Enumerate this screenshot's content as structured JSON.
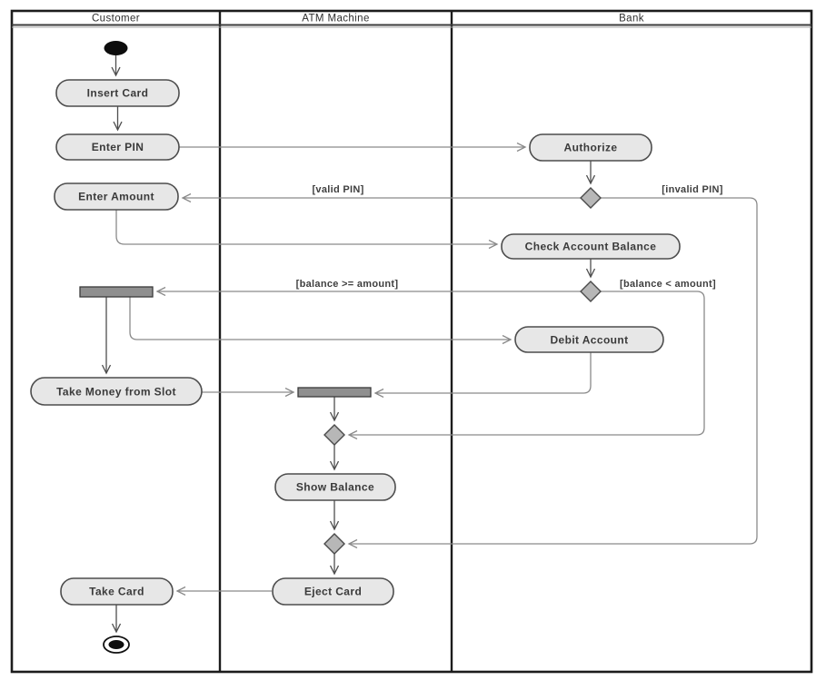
{
  "diagram": {
    "type": "uml-activity-diagram",
    "subject": "ATM withdrawal workflow",
    "lanes": [
      {
        "name": "Customer"
      },
      {
        "name": "ATM Machine"
      },
      {
        "name": "Bank"
      }
    ],
    "nodes": {
      "start": "initial-node",
      "insert_card": "Insert Card",
      "enter_pin": "Enter PIN",
      "enter_amount": "Enter Amount",
      "take_money": "Take Money from Slot",
      "take_card": "Take Card",
      "authorize": "Authorize",
      "check_balance": "Check Account Balance",
      "debit_account": "Debit Account",
      "show_balance": "Show Balance",
      "eject_card": "Eject Card",
      "end": "final-node"
    },
    "guards": {
      "valid_pin": "[valid PIN]",
      "invalid_pin": "[invalid PIN]",
      "balance_ge": "[balance >= amount]",
      "balance_lt": "[balance < amount]"
    },
    "edges": [
      {
        "from": "start",
        "to": "Insert Card"
      },
      {
        "from": "Insert Card",
        "to": "Enter PIN"
      },
      {
        "from": "Enter PIN",
        "to": "Authorize"
      },
      {
        "from": "Authorize",
        "to": "pin-decision"
      },
      {
        "from": "pin-decision",
        "to": "Enter Amount",
        "guard": "[valid PIN]"
      },
      {
        "from": "pin-decision",
        "to": "eject-merge",
        "guard": "[invalid PIN]"
      },
      {
        "from": "Enter Amount",
        "to": "Check Account Balance"
      },
      {
        "from": "Check Account Balance",
        "to": "balance-decision"
      },
      {
        "from": "balance-decision",
        "to": "fork",
        "guard": "[balance >= amount]"
      },
      {
        "from": "balance-decision",
        "to": "balance-merge",
        "guard": "[balance < amount]"
      },
      {
        "from": "fork",
        "to": "Take Money from Slot"
      },
      {
        "from": "fork",
        "to": "Debit Account"
      },
      {
        "from": "Take Money from Slot",
        "to": "join"
      },
      {
        "from": "Debit Account",
        "to": "join"
      },
      {
        "from": "join",
        "to": "balance-merge"
      },
      {
        "from": "balance-merge",
        "to": "Show Balance"
      },
      {
        "from": "Show Balance",
        "to": "eject-merge"
      },
      {
        "from": "eject-merge",
        "to": "Eject Card"
      },
      {
        "from": "Eject Card",
        "to": "Take Card"
      },
      {
        "from": "Take Card",
        "to": "end"
      }
    ],
    "theme": {
      "activity_fill": "#e7e7e7",
      "activity_stroke": "#4d4d4d",
      "bar_fill": "#8f8f8f",
      "diamond_fill": "#b7b7b7",
      "edge_color": "#8a8a8a",
      "frame_color": "#1c1c1c",
      "background": "#ffffff"
    }
  }
}
